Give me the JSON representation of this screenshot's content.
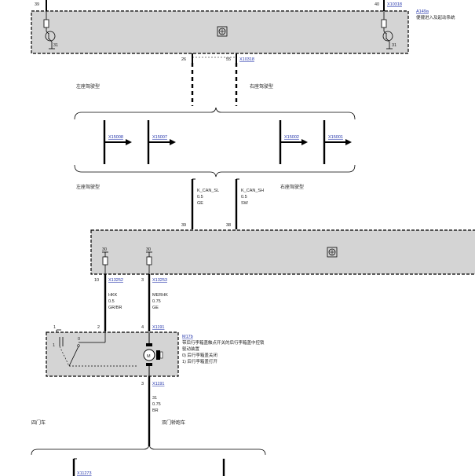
{
  "modules": {
    "top": {
      "id": "A149a",
      "name": "便捷进入及起动系统",
      "left_pin": "39",
      "right_pin": "40",
      "right_connector": "X10318",
      "ground_left": "31",
      "ground_right": "31",
      "bottom_pins": [
        "26",
        "55"
      ],
      "bottom_connector": "X10318"
    },
    "middle": {
      "pins": [
        "30",
        "30"
      ],
      "top_pins": [
        "39",
        "38"
      ]
    },
    "actuator": {
      "id": "M17b",
      "desc_line1": "带后行李箱盖触点开关的后行李箱盖中控锁",
      "desc_line2": "驱动装置",
      "state_0": "0)  后行李箱盖关闭",
      "state_1": "1)  后行李箱盖打开",
      "switch_labels": [
        "1",
        "0"
      ],
      "pin_left_outer": "1",
      "pin_left": "2",
      "pin_right": "4",
      "pin_right_connector": "X1191",
      "pin_bottom": "3",
      "pin_bottom_connector": "X1191"
    }
  },
  "variants": {
    "lhd_top": "左座驾驶型",
    "rhd_top": "右座驾驶型",
    "lhd_bottom": "左座驾驶型",
    "rhd_bottom": "右座驾驶型",
    "four_door": "四门车",
    "two_door": "双门轿跑车"
  },
  "connectors": {
    "c1": "X15008",
    "c2": "X15007",
    "c3": "X15002",
    "c4": "X15001",
    "bottom": "X11273"
  },
  "wires": {
    "can_sl": {
      "name": "K_CAN_SL",
      "size": "0.5",
      "color": "GE"
    },
    "can_sh": {
      "name": "K_CAN_SH",
      "size": "0.5",
      "color": "SW"
    },
    "hkk": {
      "pin": "10",
      "connector": "X13252",
      "name": "HKK",
      "size": "0.5",
      "color": "GR/BR"
    },
    "merhk": {
      "pin": "3",
      "connector": "X13253",
      "name": "MERHK",
      "size": "0.75",
      "color": "GE"
    },
    "ground": {
      "name": "31",
      "size": "0.75",
      "color": "BR"
    }
  },
  "icons": [
    "ground-transistor-icon",
    "module-symbol-icon",
    "motor-icon"
  ],
  "colors": {
    "module_fill": "#d4d4d4",
    "line": "#000000",
    "link": "#2233aa"
  }
}
